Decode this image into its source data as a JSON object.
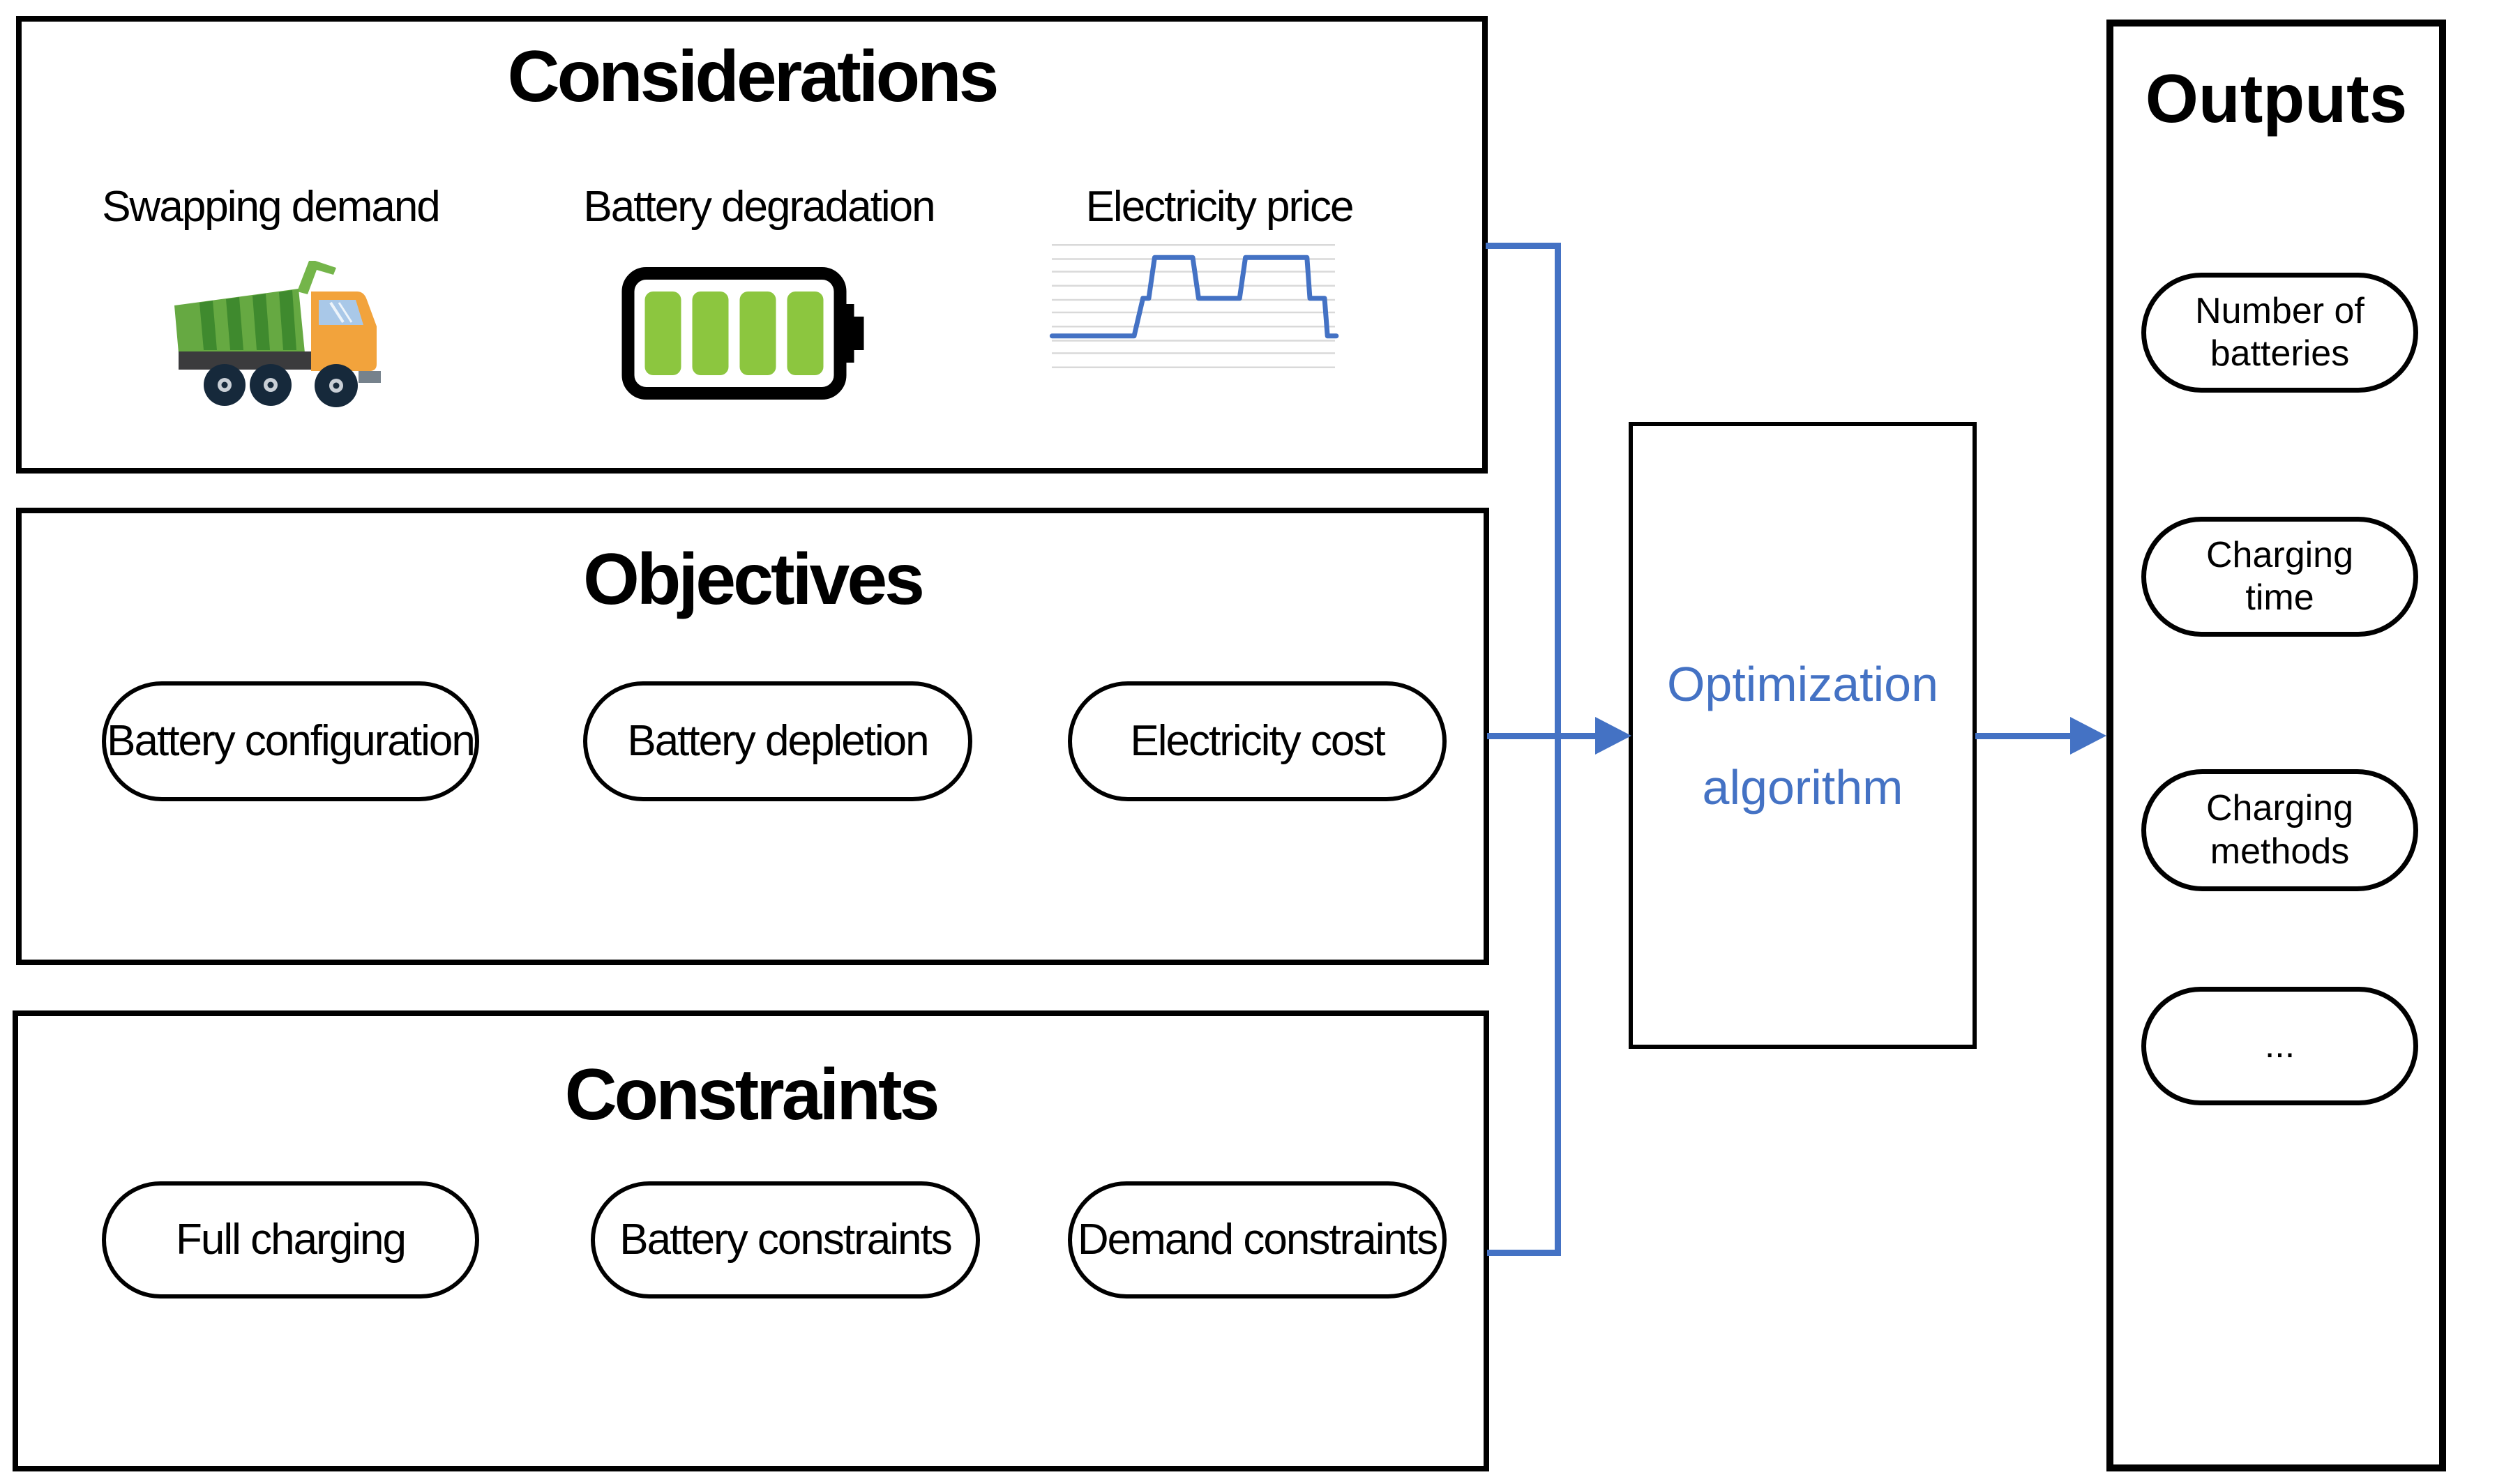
{
  "figure": {
    "description": "Battery-swapping station optimization framework diagram"
  },
  "colors": {
    "accent_blue": "#4472C4",
    "outline_black": "#000000",
    "battery_green": "#8CC63F",
    "truck_bed_green": "#66A942",
    "truck_stripe_green": "#3F8A2E",
    "truck_arm_green": "#74B54A",
    "truck_cab_orange": "#F2A33C",
    "truck_window_blue": "#A9C8E8",
    "truck_wheel_navy": "#16293B",
    "truck_hub_gray": "#C9CFD6",
    "truck_chassis_gray": "#3B3B3D",
    "gridline_gray": "#D9D9D9"
  },
  "considerations": {
    "title": "Considerations",
    "items": [
      {
        "label": "Swapping demand",
        "icon": "dump-truck-icon"
      },
      {
        "label": "Battery degradation",
        "icon": "battery-full-icon"
      },
      {
        "label": "Electricity price",
        "icon": "price-step-chart"
      }
    ]
  },
  "objectives": {
    "title": "Objectives",
    "pills": [
      {
        "label": "Battery configuration"
      },
      {
        "label": "Battery depletion"
      },
      {
        "label": "Electricity cost"
      }
    ]
  },
  "constraints": {
    "title": "Constraints",
    "pills": [
      {
        "label": "Full charging"
      },
      {
        "label": "Battery constraints"
      },
      {
        "label": "Demand constraints"
      }
    ]
  },
  "process": {
    "label": "Optimization algorithm",
    "lines": [
      "Optimization",
      "algorithm"
    ]
  },
  "outputs": {
    "title": "Outputs",
    "pills": [
      {
        "label": "Number of batteries"
      },
      {
        "label": "Charging time"
      },
      {
        "label": "Charging methods"
      },
      {
        "label": "..."
      }
    ]
  },
  "chart_data": {
    "type": "line",
    "title": "Electricity price",
    "style": "step",
    "xlabel": "",
    "ylabel": "",
    "axes_visible": false,
    "legend": false,
    "grid": true,
    "gridlines_y_pct": [
      9,
      18,
      26,
      35,
      44,
      52,
      61,
      70,
      78,
      87
    ],
    "levels": {
      "low": 1,
      "mid": 2,
      "high": 3
    },
    "profile_levels": [
      "low",
      "mid",
      "high",
      "mid",
      "high",
      "mid",
      "low"
    ],
    "points_pct": [
      [
        2,
        67
      ],
      [
        30,
        67
      ],
      [
        33,
        43
      ],
      [
        35,
        43
      ],
      [
        37,
        17
      ],
      [
        50,
        17
      ],
      [
        52,
        43
      ],
      [
        66,
        43
      ],
      [
        68,
        17
      ],
      [
        89,
        17
      ],
      [
        90,
        43
      ],
      [
        95,
        43
      ],
      [
        96,
        67
      ],
      [
        99,
        67
      ]
    ]
  }
}
